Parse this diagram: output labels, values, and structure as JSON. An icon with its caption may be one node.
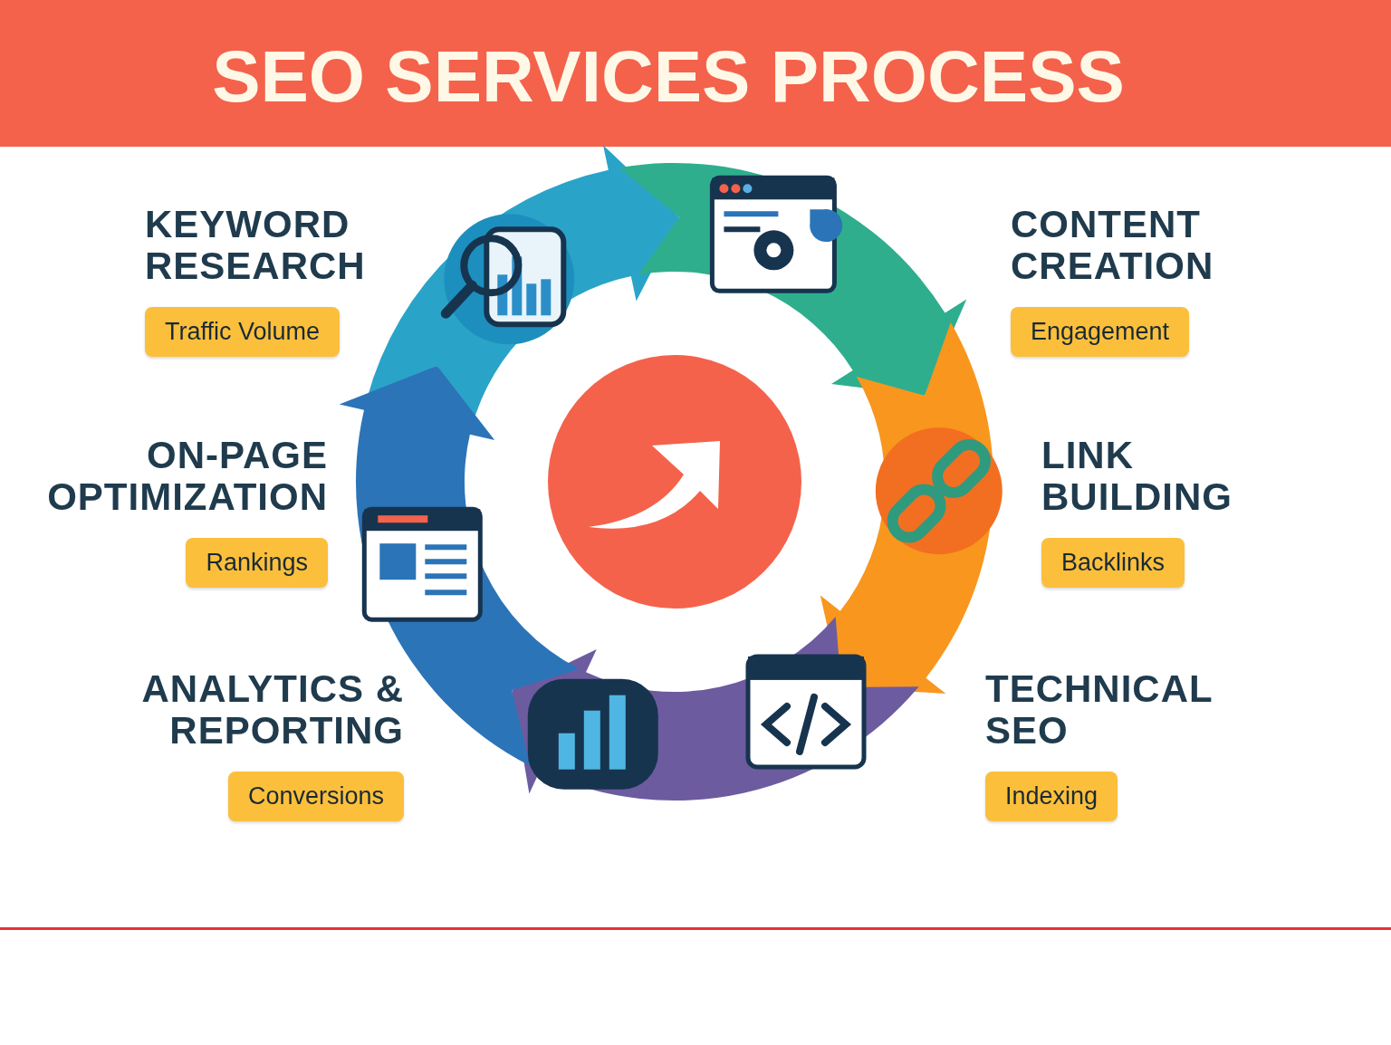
{
  "diagram": {
    "title": "SEO SERVICES PROCESS",
    "nodes": [
      {
        "text": [
          "KEYWORD RESEARCH",
          "Traffic Volume"
        ]
      },
      {
        "text": [
          "CONTENT CREATION",
          "Engagement"
        ]
      },
      {
        "text": [
          "ON-PAGE OPTIMIZATION",
          "Rankings"
        ]
      },
      {
        "text": [
          "LINK BUILDING",
          "Backlinks"
        ]
      },
      {
        "text": [
          "ANALYTICS & REPORTING",
          "Conversions"
        ]
      },
      {
        "text": [
          "TECHNICAL SEO",
          "Indexing"
        ]
      }
    ]
  }
}
